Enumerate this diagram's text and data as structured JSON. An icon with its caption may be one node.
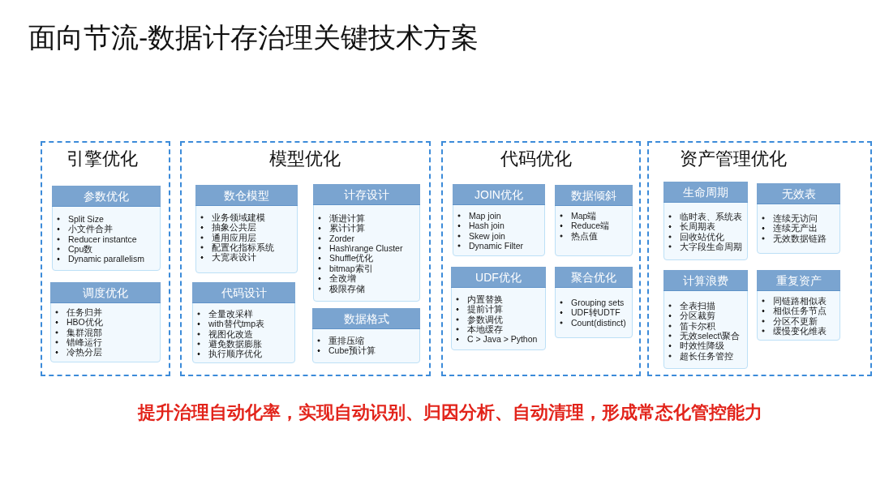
{
  "diagram": {
    "title": "面向节流-数据计存治理关键技术方案",
    "nodes": [
      {
        "text": [
          "引擎优化"
        ]
      },
      {
        "text": [
          "参数优化",
          "Split Size",
          "小文件合并",
          "Reducer instantce",
          "Cpu数",
          "Dynamic parallelism"
        ],
        "in": 0
      },
      {
        "text": [
          "调度优化",
          "任务归并",
          "HBO优化",
          "集群混部",
          "错峰运行",
          "冷热分层"
        ],
        "in": 0
      },
      {
        "text": [
          "模型优化"
        ]
      },
      {
        "text": [
          "数仓模型",
          "业务领域建模",
          "抽象公共层",
          "通用应用层",
          "配置化指标系统",
          "大宽表设计"
        ],
        "in": 3
      },
      {
        "text": [
          "计存设计",
          "渐进计算",
          "累计计算",
          "Zorder",
          "Hash\\range Cluster",
          "Shuffle优化",
          "bitmap索引",
          "全改增",
          "极限存储"
        ],
        "in": 3
      },
      {
        "text": [
          "代码设计",
          "全量改采样",
          "with替代tmp表",
          "视图化改造",
          "避免数据膨胀",
          "执行顺序优化"
        ],
        "in": 3
      },
      {
        "text": [
          "数据格式",
          "重排压缩",
          "Cube预计算"
        ],
        "in": 3
      },
      {
        "text": [
          "代码优化"
        ]
      },
      {
        "text": [
          "JOIN优化",
          "Map join",
          "Hash join",
          "Skew join",
          "Dynamic Filter"
        ],
        "in": 8
      },
      {
        "text": [
          "数据倾斜",
          "Map端",
          "Reduce端",
          "热点值"
        ],
        "in": 8
      },
      {
        "text": [
          "UDF优化",
          "内置替换",
          "提前计算",
          "参数调优",
          "本地缓存",
          "C > Java > Python"
        ],
        "in": 8
      },
      {
        "text": [
          "聚合优化",
          "Grouping sets",
          "UDF转UDTF",
          "Count(distinct)"
        ],
        "in": 8
      },
      {
        "text": [
          "资产管理优化"
        ]
      },
      {
        "text": [
          "生命周期",
          "临时表、系统表",
          "长周期表",
          "回收站优化",
          "大字段生命周期"
        ],
        "in": 13
      },
      {
        "text": [
          "无效表",
          "连续无访问",
          "连续无产出",
          "无效数据链路"
        ],
        "in": 13
      },
      {
        "text": [
          "计算浪费",
          "全表扫描",
          "分区裁剪",
          "笛卡尔积",
          "无效select\\聚合",
          "时效性降级",
          "超长任务管控"
        ],
        "in": 13
      },
      {
        "text": [
          "重复资产",
          "同链路相似表",
          "相似任务节点",
          "分区不更新",
          "缓慢变化维表"
        ],
        "in": 13
      }
    ],
    "caption": "提升治理自动化率，实现自动识别、归因分析、自动清理，形成常态化管控能力"
  }
}
